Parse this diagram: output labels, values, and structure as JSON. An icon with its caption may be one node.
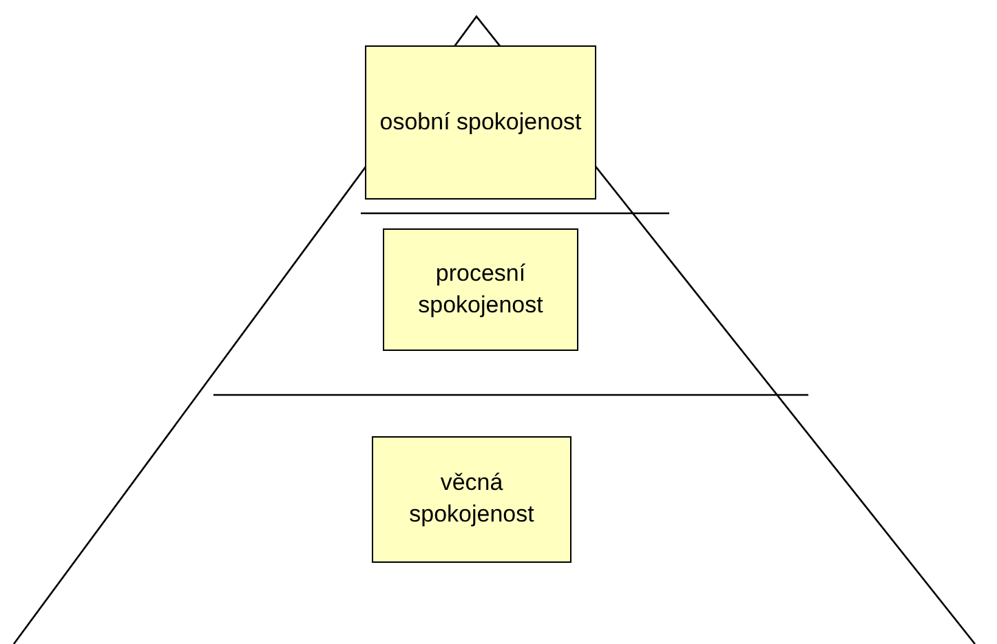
{
  "diagram": {
    "nodes": [
      {
        "text": [
          "osobní spokojenost"
        ]
      },
      {
        "text": [
          "procesní spokojenost"
        ]
      },
      {
        "text": [
          "věcná spokojenost"
        ]
      }
    ]
  }
}
